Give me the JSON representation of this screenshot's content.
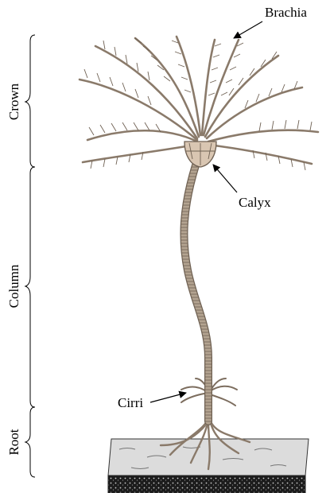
{
  "labels": {
    "brachia": "Brachia",
    "calyx": "Calyx",
    "cirri": "Cirri"
  },
  "sections": {
    "crown": "Crown",
    "column": "Column",
    "root": "Root"
  },
  "colors": {
    "organism": "#9c8b79",
    "organism_dark": "#6f6153",
    "calyx": "#d9c6b2",
    "ground_top": "#d8d8d8",
    "ground_side": "#2a2a2a"
  }
}
